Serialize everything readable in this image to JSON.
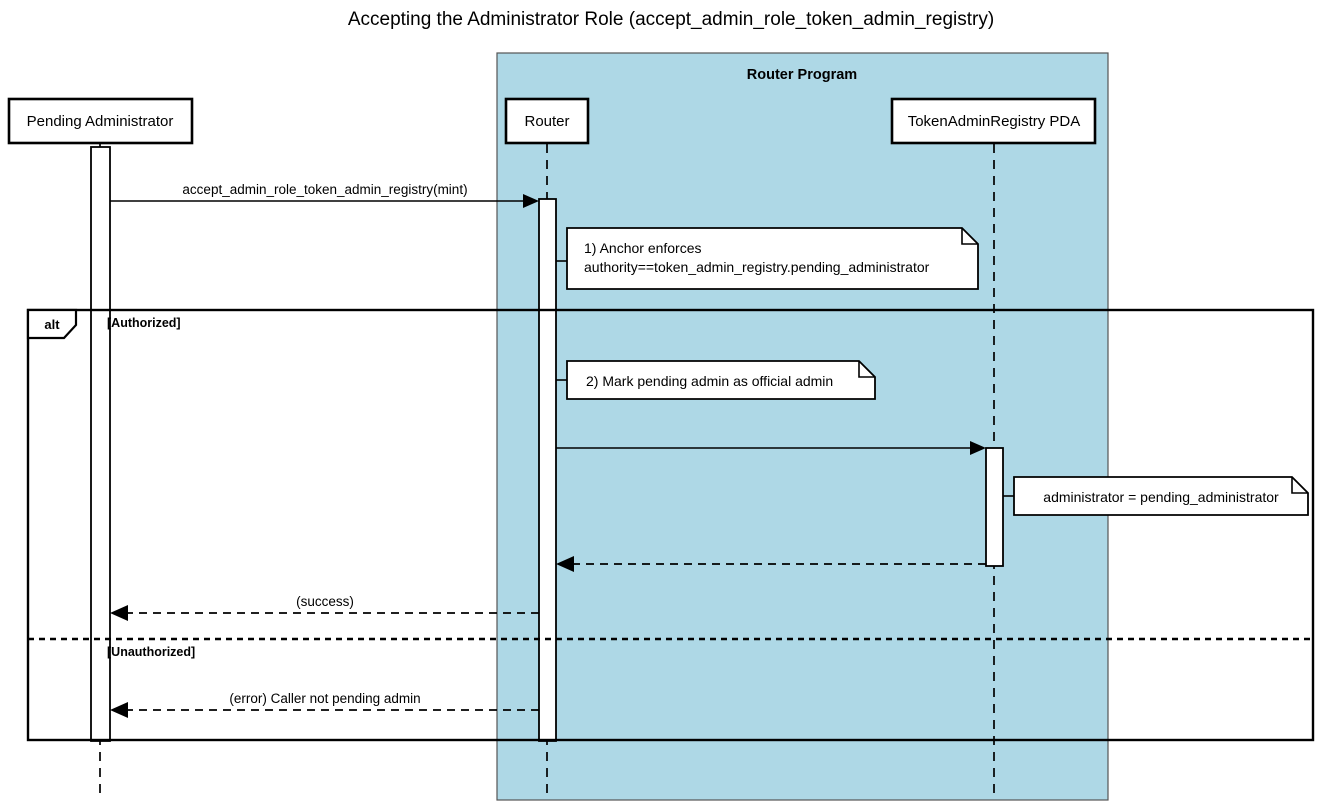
{
  "diagram": {
    "title": "Accepting the Administrator Role (accept_admin_role_token_admin_registry)",
    "type": "uml-sequence-diagram",
    "colors": {
      "group_background": "#aed8e6",
      "line": "#000000",
      "page_background": "#ffffff",
      "box_fill": "#ffffff"
    }
  },
  "group": {
    "label": "Router Program",
    "background": "#aed8e6"
  },
  "participants": [
    {
      "id": "pending-administrator",
      "label": "Pending Administrator",
      "in_group": false
    },
    {
      "id": "router",
      "label": "Router",
      "in_group": true
    },
    {
      "id": "token-admin-registry-pda",
      "label": "TokenAdminRegistry PDA",
      "in_group": true
    }
  ],
  "notes": [
    {
      "id": "note-anchor-enforces",
      "attached_to": "router",
      "lines": [
        "1) Anchor enforces",
        "authority==token_admin_registry.pending_administrator"
      ]
    },
    {
      "id": "note-mark-pending-admin",
      "attached_to": "router",
      "lines": [
        "2) Mark pending admin as official admin"
      ]
    },
    {
      "id": "note-administrator-assign",
      "attached_to": "token-admin-registry-pda",
      "lines": [
        "administrator = pending_administrator"
      ]
    }
  ],
  "messages": [
    {
      "id": "msg-accept-admin-role",
      "label": "accept_admin_role_token_admin_registry(mint)",
      "from": "pending-administrator",
      "to": "router",
      "style": "solid",
      "direction": "right"
    },
    {
      "id": "msg-mark-admin-call",
      "label": "",
      "from": "router",
      "to": "token-admin-registry-pda",
      "style": "solid",
      "direction": "right"
    },
    {
      "id": "msg-registry-return",
      "label": "",
      "from": "token-admin-registry-pda",
      "to": "router",
      "style": "dashed",
      "direction": "left"
    },
    {
      "id": "msg-success",
      "label": "(success)",
      "from": "router",
      "to": "pending-administrator",
      "style": "dashed",
      "direction": "left"
    },
    {
      "id": "msg-error",
      "label": "(error) Caller not pending admin",
      "from": "router",
      "to": "pending-administrator",
      "style": "dashed",
      "direction": "left"
    }
  ],
  "fragment": {
    "operator": "alt",
    "guards": [
      {
        "id": "guard-authorized",
        "label": "[Authorized]"
      },
      {
        "id": "guard-unauthorized",
        "label": "[Unauthorized]"
      }
    ]
  }
}
